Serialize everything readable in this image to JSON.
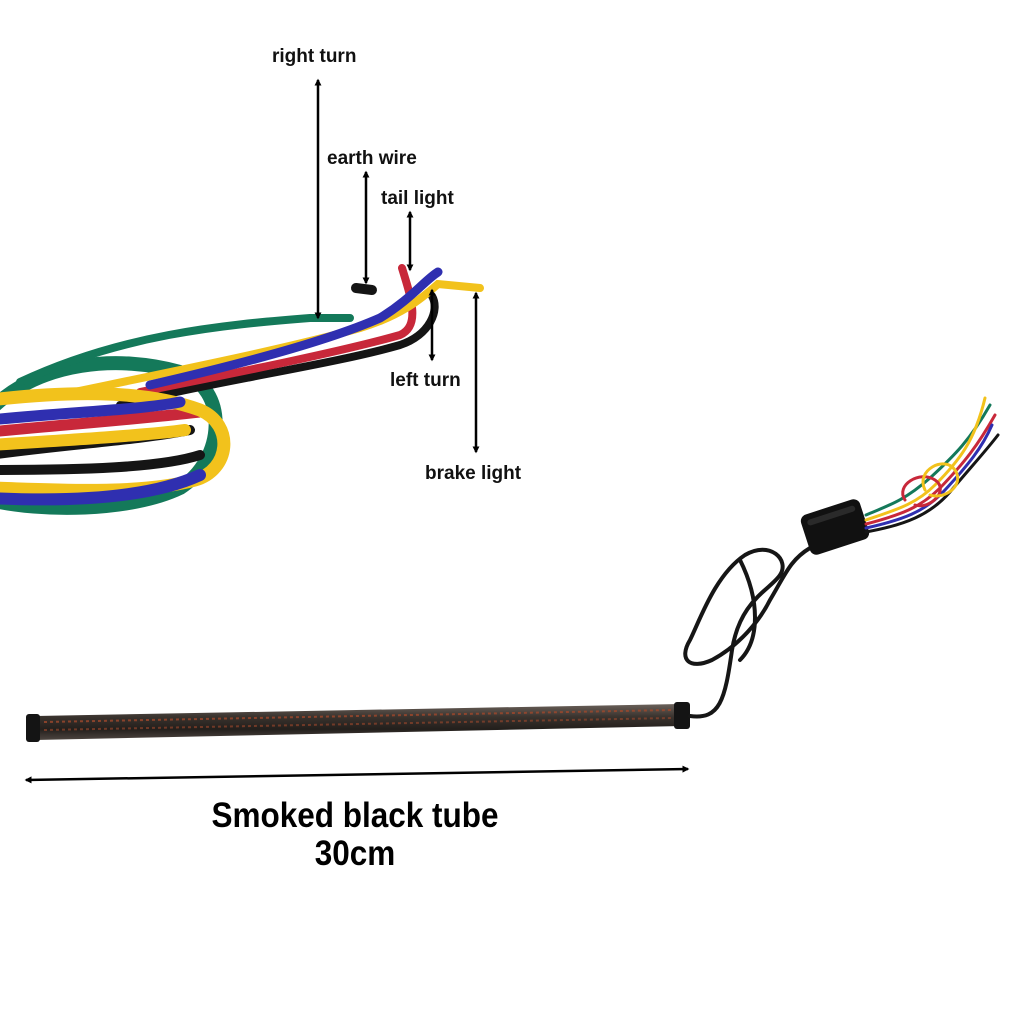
{
  "labels": {
    "right_turn": "right turn",
    "earth_wire": "earth wire",
    "tail_light": "tail light",
    "left_turn": "left turn",
    "brake_light": "brake light"
  },
  "caption": {
    "line1": "Smoked black tube",
    "line2": "30cm"
  },
  "colors": {
    "green": "#14795a",
    "yellow": "#f2c21c",
    "blue": "#2f2fb0",
    "red": "#c8283a",
    "black": "#151515",
    "tube": "#2b2622",
    "led": "#a0482c"
  },
  "icons": [
    "double-arrow-icon"
  ]
}
